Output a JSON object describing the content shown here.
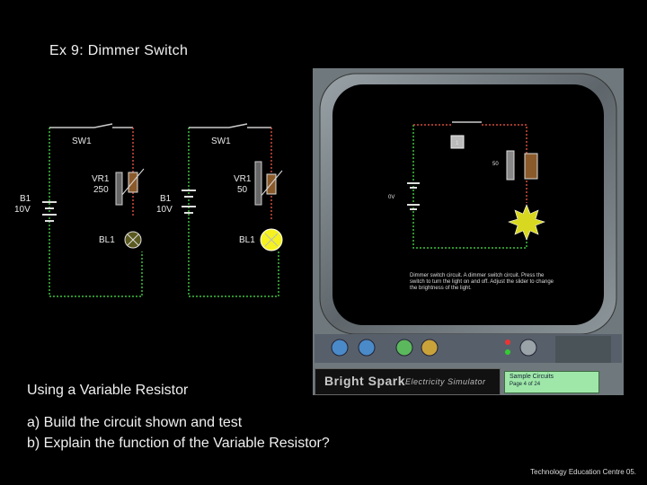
{
  "title": "Ex 9:  Dimmer Switch",
  "subtitle": "Using a Variable Resistor",
  "tasks": [
    "a)  Build the circuit shown and test",
    "b)  Explain the function of the Variable Resistor?"
  ],
  "footer": "Technology Education Centre 05.",
  "circuit_left": {
    "switch": "SW1",
    "battery_name": "B1",
    "battery_value": "10V",
    "resistor_name": "VR1",
    "resistor_value": "250",
    "lamp": "BL1"
  },
  "circuit_right": {
    "switch": "SW1",
    "battery_name": "B1",
    "battery_value": "10V",
    "resistor_name": "VR1",
    "resistor_value": "50",
    "lamp": "BL1"
  },
  "simulator": {
    "switch_label": "1",
    "slider_value": "50",
    "voltage_label": "0V",
    "screen_text": "Dimmer switch circuit. A dimmer switch circuit. Press the switch to turn the light on and off. Adjust the slider to change the brightness of the light.",
    "brand_name": "Bright Spark",
    "brand_sub": "Electricity Simulator",
    "status_title": "Sample Circuits",
    "status_page": "Page 4 of 24",
    "colors": {
      "red_wire": "#d24a3a",
      "green_wire": "#3fbf3f",
      "status_bg": "#9fe7a8"
    }
  }
}
